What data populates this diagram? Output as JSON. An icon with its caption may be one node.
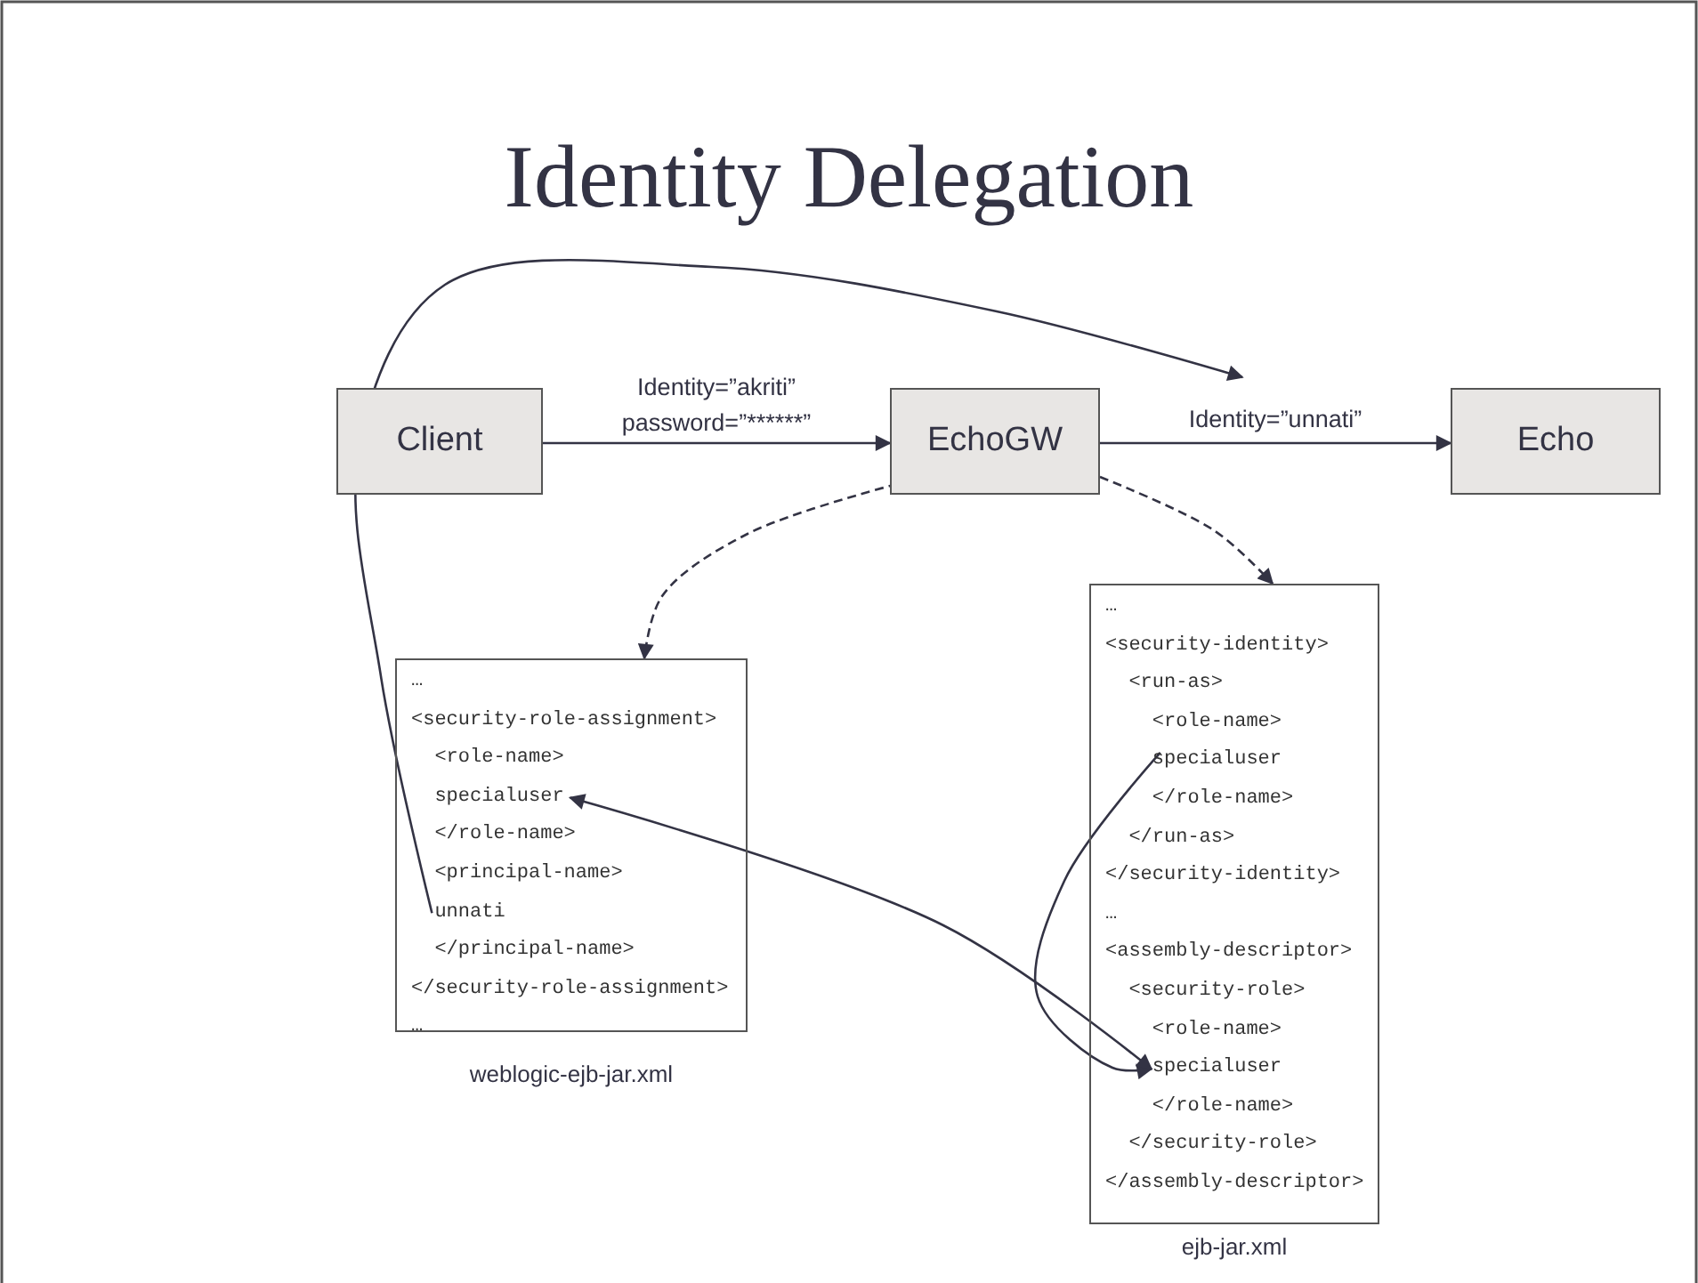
{
  "diagram": {
    "title": "Identity Delegation",
    "nodes": [
      {
        "text": [
          "Client"
        ]
      },
      {
        "text": [
          "EchoGW"
        ]
      },
      {
        "text": [
          "Echo"
        ]
      },
      {
        "text": [],
        "shape": "box",
        "beside": [
          "weblogic-ejb-jar.xml"
        ]
      },
      {
        "text": [
          "…"
        ],
        "in": 3
      },
      {
        "text": [
          "<security-role-assignment>"
        ],
        "in": 3
      },
      {
        "text": [
          "<role-name>"
        ],
        "in": 3
      },
      {
        "text": [
          "specialuser"
        ],
        "in": 3
      },
      {
        "text": [
          "</role-name>"
        ],
        "in": 3
      },
      {
        "text": [
          "<principal-name>"
        ],
        "in": 3
      },
      {
        "text": [
          "unnati"
        ],
        "in": 3
      },
      {
        "text": [
          "</principal-name>"
        ],
        "in": 3
      },
      {
        "text": [
          "</security-role-assignment>"
        ],
        "in": 3
      },
      {
        "text": [
          "…"
        ],
        "in": 3
      },
      {
        "text": [],
        "shape": "box",
        "beside": [
          "ejb-jar.xml"
        ]
      },
      {
        "text": [
          "…"
        ],
        "in": 14
      },
      {
        "text": [
          "<security-identity>"
        ],
        "in": 14
      },
      {
        "text": [
          "<run-as>"
        ],
        "in": 14
      },
      {
        "text": [
          "<role-name>"
        ],
        "in": 14
      },
      {
        "text": [
          "specialuser"
        ],
        "in": 14
      },
      {
        "text": [
          "</role-name>"
        ],
        "in": 14
      },
      {
        "text": [
          "</run-as>"
        ],
        "in": 14
      },
      {
        "text": [
          "</security-identity>"
        ],
        "in": 14
      },
      {
        "text": [
          "…"
        ],
        "in": 14
      },
      {
        "text": [
          "<assembly-descriptor>"
        ],
        "in": 14
      },
      {
        "text": [
          "<security-role>"
        ],
        "in": 14
      },
      {
        "text": [
          "<role-name>"
        ],
        "in": 14
      },
      {
        "text": [
          "specialuser"
        ],
        "in": 14
      },
      {
        "text": [
          "</role-name>"
        ],
        "in": 14
      },
      {
        "text": [
          "</security-role>"
        ],
        "in": 14
      },
      {
        "text": [
          "</assembly-descriptor>"
        ],
        "in": 14
      }
    ],
    "edges": [
      {
        "from": 0,
        "to": 1,
        "arrow": "to",
        "label": "Identity=”akriti” password=”******”"
      },
      {
        "from": 1,
        "to": 2,
        "arrow": "to",
        "label": "Identity=”unnati”"
      },
      {
        "from": 1,
        "to": 3,
        "arrow": "to",
        "style": "dashed"
      },
      {
        "from": 1,
        "to": 14,
        "arrow": "to",
        "style": "dashed"
      },
      {
        "from": 10,
        "to": null,
        "arrow": "to"
      },
      {
        "from": 19,
        "to": 27,
        "arrow": "to"
      },
      {
        "from": 7,
        "to": 27,
        "arrow": "both"
      }
    ]
  }
}
